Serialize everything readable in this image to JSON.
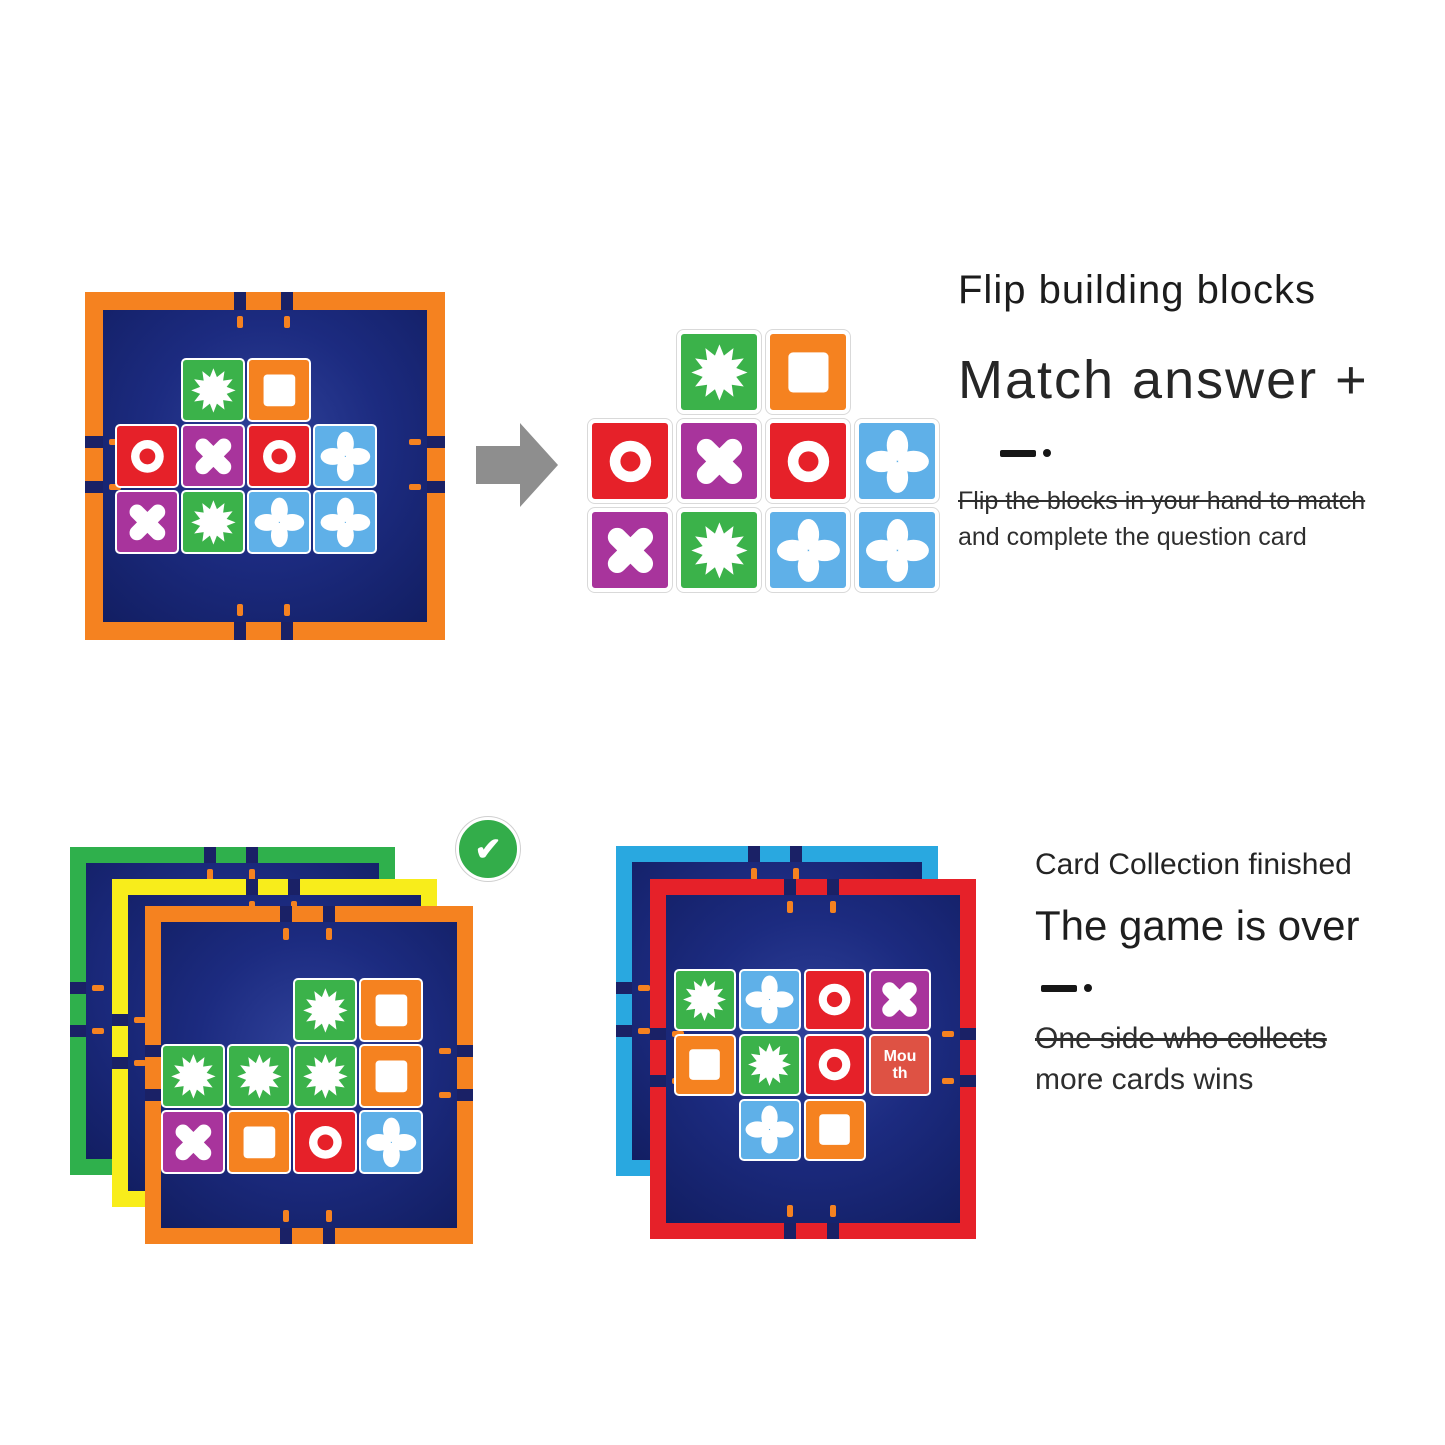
{
  "top_text": {
    "title": "Flip building blocks",
    "subtitle": "Match answer +",
    "caption_line1": "Flip the blocks in your hand to match",
    "caption_line2": "and complete the question card"
  },
  "bottom_text": {
    "heading": "Card Collection finished",
    "title": "The game is over",
    "caption_line1": "One side who collects",
    "caption_line2": "more cards wins"
  },
  "icons": {
    "check_glyph": "✔",
    "arrow": "right-arrow-icon",
    "divider": "dash-dot"
  },
  "mouth_label": {
    "line1": "Mou",
    "line2": "th"
  },
  "tile_colors": {
    "star": "#3bb24a",
    "square": "#f58220",
    "ring": "#e62129",
    "x": "#a8349c",
    "flower": "#5fb0e8",
    "mouth": "#de5244"
  },
  "arrow_color": "#8e8e8e",
  "check_color": "#33ad4a",
  "tick_color": "#1a2166",
  "inner_dash_color": "#f58220",
  "board_inner_color": "#1c2b80",
  "boards": {
    "question_board": {
      "frame_color": "#f58220",
      "rows": [
        [
          null,
          "star",
          "square",
          null
        ],
        [
          "ring",
          "x",
          "ring",
          "flower"
        ],
        [
          "x",
          "star",
          "flower",
          "flower"
        ]
      ]
    },
    "answer_blocks": {
      "frame_color": null,
      "rows": [
        [
          null,
          "star",
          "square",
          null
        ],
        [
          "ring",
          "x",
          "ring",
          "flower"
        ],
        [
          "x",
          "star",
          "flower",
          "flower"
        ]
      ]
    },
    "stack_back_green": {
      "frame_color": "#2fb04c",
      "rows": null
    },
    "stack_mid_yellow": {
      "frame_color": "#f8ed1b",
      "rows": null
    },
    "stack_front_orange": {
      "frame_color": "#f58220",
      "rows": [
        [
          null,
          null,
          "star",
          "square"
        ],
        [
          "star",
          "star",
          "star",
          "square"
        ],
        [
          "x",
          "square",
          "ring",
          "flower"
        ]
      ]
    },
    "final_back_blue": {
      "frame_color": "#29a8e0",
      "rows": null
    },
    "final_front_red": {
      "frame_color": "#e62129",
      "rows": [
        [
          "star",
          "flower",
          "ring",
          "x"
        ],
        [
          "square",
          "star",
          "ring",
          "mouth"
        ],
        [
          null,
          "flower",
          "square",
          null
        ]
      ]
    }
  }
}
